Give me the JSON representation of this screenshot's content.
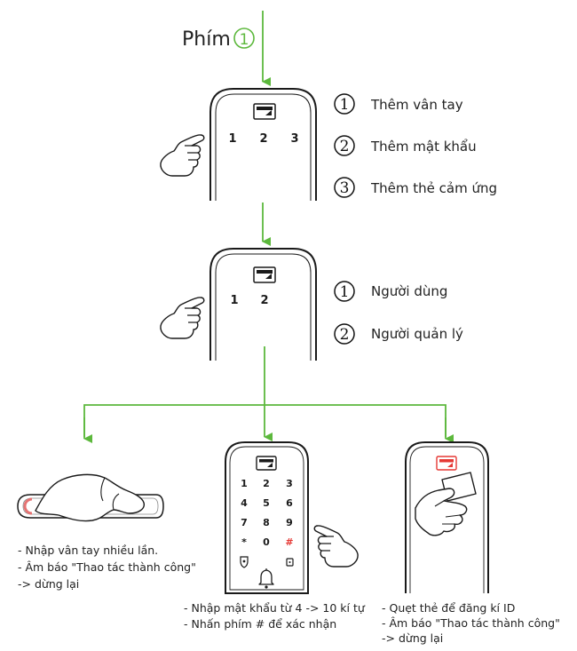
{
  "header": {
    "label": "Phím",
    "key_number": "1"
  },
  "step1_options": [
    {
      "number": "1",
      "label": "Thêm vân tay"
    },
    {
      "number": "2",
      "label": "Thêm mật khẩu"
    },
    {
      "number": "3",
      "label": "Thêm thẻ cảm ứng"
    }
  ],
  "step1_keys": [
    "1",
    "2",
    "3"
  ],
  "step2_options": [
    {
      "number": "1",
      "label": "Người dùng"
    },
    {
      "number": "2",
      "label": "Người quản lý"
    }
  ],
  "step2_keys": [
    "1",
    "2"
  ],
  "keypad_keys": [
    "1",
    "2",
    "3",
    "4",
    "5",
    "6",
    "7",
    "8",
    "9",
    "*",
    "0",
    "#"
  ],
  "fingerprint_notes": [
    "- Nhập vân tay nhiều lần.",
    "- Âm báo \"Thao tác thành công\"",
    "-> dừng lại"
  ],
  "password_notes": [
    "- Nhập mật khẩu từ 4 -> 10 kí tự",
    "- Nhấn phím # để xác nhận"
  ],
  "card_notes": [
    "- Quẹt thẻ để đăng kí ID",
    "- Âm báo \"Thao tác thành công\"",
    "-> dừng lại"
  ],
  "colors": {
    "arrow": "#5cb83c",
    "outline": "#1a1a1a",
    "hash_key": "#e53935",
    "card_icon": "#e53935",
    "sensor_ring": "#e57373"
  }
}
